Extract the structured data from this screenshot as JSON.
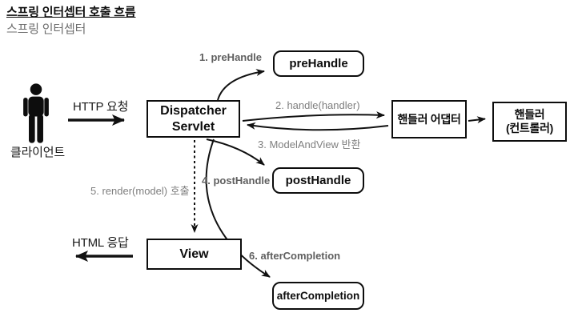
{
  "header": {
    "title": "스프링 인터셉터 호출 흐름",
    "subtitle": "스프링 인터셉터"
  },
  "actor": {
    "client_label": "클라이언트"
  },
  "nodes": {
    "dispatcher_line1": "Dispatcher",
    "dispatcher_line2": "Servlet",
    "pre_handle": "preHandle",
    "handler_adapter": "핸들러 어댑터",
    "handler_line1": "핸들러",
    "handler_line2": "(컨트롤러)",
    "post_handle": "postHandle",
    "view": "View",
    "after_completion": "afterCompletion"
  },
  "edges": {
    "http_request": "HTTP 요청",
    "step1": "1. preHandle",
    "step2": "2. handle(handler)",
    "step3": "3. ModelAndView 반환",
    "step4": "4. postHandle",
    "step5": "5. render(model) 호출",
    "step6": "6. afterCompletion",
    "html_response": "HTML 응답"
  },
  "colors": {
    "box_border": "#0d0d0d",
    "box_fill": "#ffffff",
    "arrow": "#111111",
    "step_label_gray": "#7f7f7f",
    "step_label_bold_gray": "#5f5f5f",
    "subtitle_gray": "#6e6e6e"
  }
}
